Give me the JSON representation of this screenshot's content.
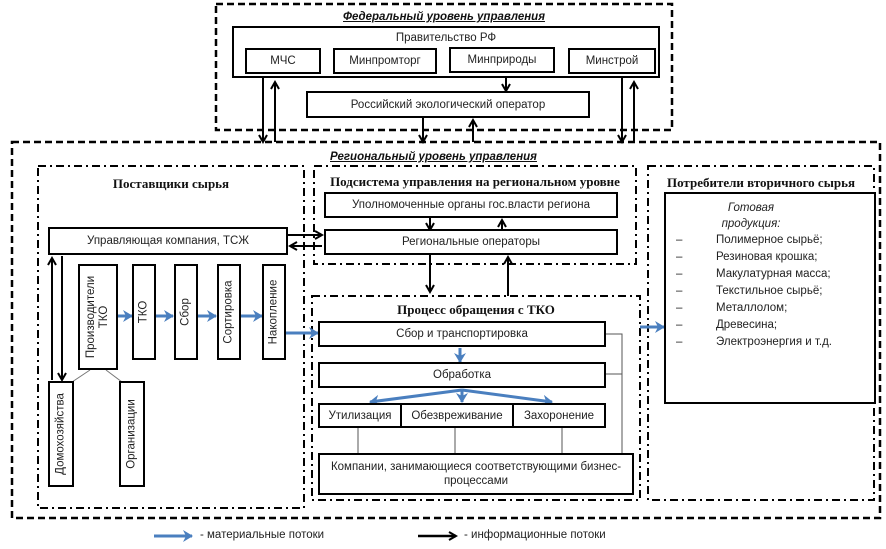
{
  "federal": {
    "title": "Федеральный уровень управления",
    "government": "Правительство РФ",
    "ministries": [
      "МЧС",
      "Минпромторг",
      "Минприроды",
      "Минстрой"
    ],
    "operator": "Российский экологический оператор"
  },
  "regional": {
    "title": "Региональный уровень управления",
    "suppliers": {
      "title": "Поставщики сырья",
      "management_company": "Управляющая компания, ТСЖ",
      "chain": [
        "Производители ТКО",
        "ТКО",
        "Сбор",
        "Сортировка",
        "Накопление"
      ],
      "producer_types": [
        "Домохозяйства",
        "Организации"
      ]
    },
    "subsystem": {
      "title": "Подсистема управления на региональном уровне",
      "authorities": "Уполномоченные органы гос.власти региона",
      "operators": "Региональные операторы"
    },
    "process": {
      "title": "Процесс обращения с ТКО",
      "collection": "Сбор и транспортировка",
      "processing": "Обработка",
      "outcomes": [
        "Утилизация",
        "Обезвреживание",
        "Захоронение"
      ],
      "companies": "Компании, занимающиеся соответствующими бизнес-процессами"
    },
    "consumers": {
      "title": "Потребители вторичного сырья",
      "caption": "Готовая продукция:",
      "items": [
        "Полимерное сырьё;",
        "Резиновая крошка;",
        "Макулатурная масса;",
        "Текстильное сырьё;",
        "Металлолом;",
        "Древесина;",
        "Электроэнергия и т.д."
      ],
      "dash": "–"
    }
  },
  "legend": {
    "material": "- материальные потоки",
    "information": "- информационные потоки"
  },
  "colors": {
    "material_arrow": "#4a7fbf",
    "information_arrow": "#000000"
  }
}
